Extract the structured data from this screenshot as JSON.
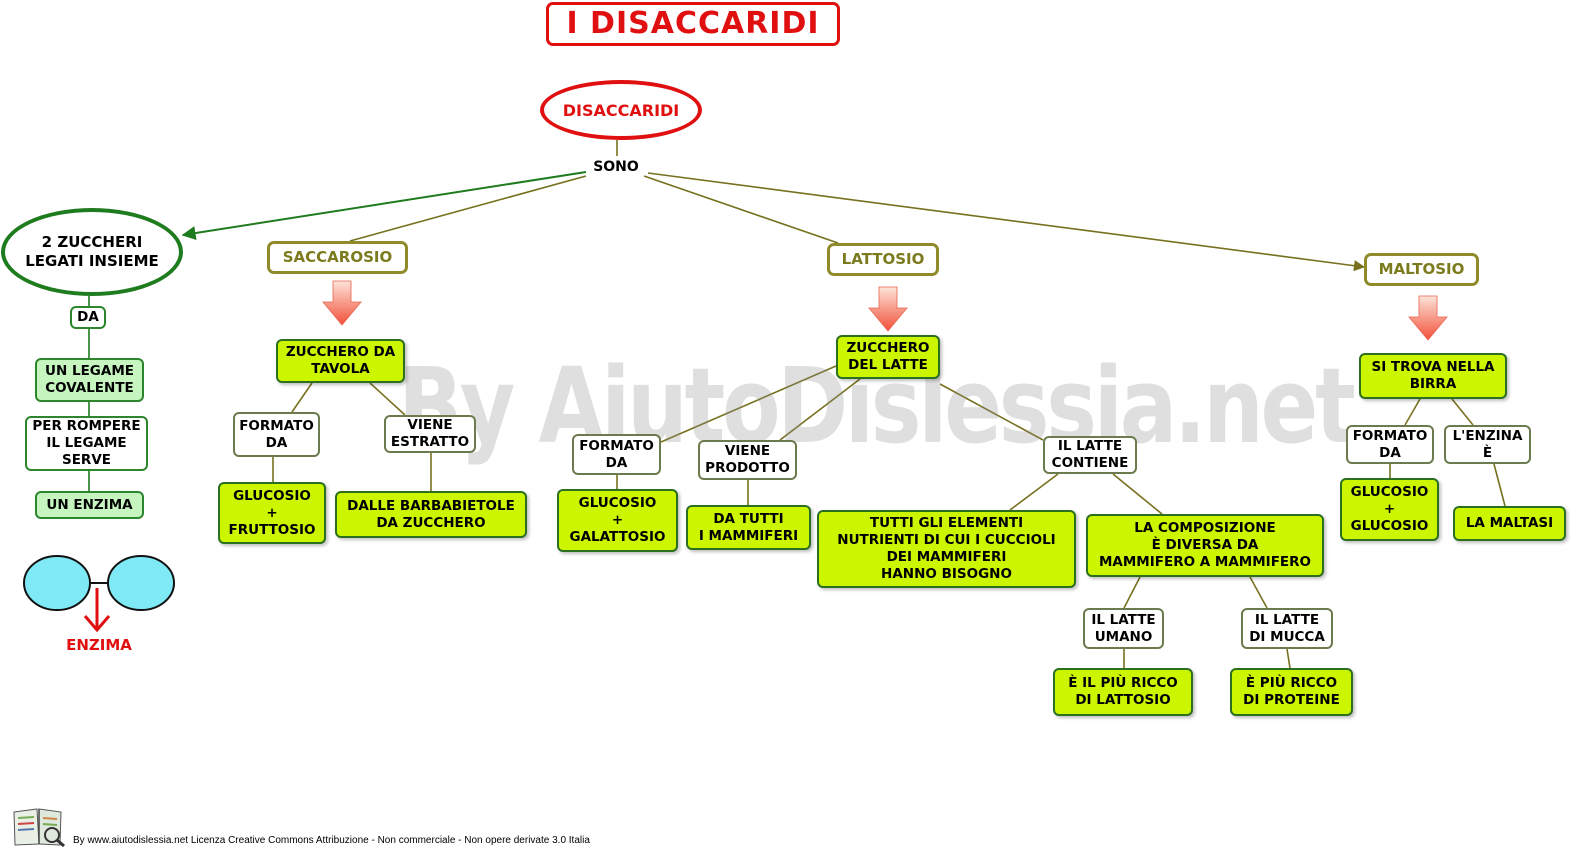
{
  "title": "I DISACCARIDI",
  "watermark": "By AiutoDislessia.net",
  "footer": "By www.aiutodislessia.net Licenza Creative Commons Attribuzione - Non commerciale - Non opere derivate 3.0 Italia",
  "colors": {
    "red": "#e01010",
    "dark_green": "#1e7b1e",
    "olive": "#8f8b2a",
    "lime": "#ccf500",
    "light_green": "#c6f5c0",
    "link_olive": "#77711f"
  },
  "enzyme_illustration": {
    "label": "ENZIMA",
    "icon": "bond-break-icon"
  },
  "nodes": [
    {
      "id": "disaccaridi",
      "text": "DISACCARIDI",
      "type": "ellipse-red"
    },
    {
      "id": "sono",
      "text": "SONO",
      "type": "label"
    },
    {
      "id": "due-zuccheri",
      "text": "2 ZUCCHERI\nLEGATI INSIEME",
      "type": "ellipse-green"
    },
    {
      "id": "da-1",
      "text": "DA",
      "type": "green-white"
    },
    {
      "id": "legame-covalente",
      "text": "UN LEGAME\nCOVALENTE",
      "type": "green"
    },
    {
      "id": "per-rompere",
      "text": "PER ROMPERE\nIL LEGAME\nSERVE",
      "type": "green-white"
    },
    {
      "id": "un-enzima",
      "text": "UN ENZIMA",
      "type": "green"
    },
    {
      "id": "saccarosio",
      "text": "SACCAROSIO",
      "type": "olive"
    },
    {
      "id": "zucchero-tavola",
      "text": "ZUCCHERO DA\nTAVOLA",
      "type": "lime"
    },
    {
      "id": "formato-da-1",
      "text": "FORMATO\nDA",
      "type": "white"
    },
    {
      "id": "viene-estratto",
      "text": "VIENE\nESTRATTO",
      "type": "white"
    },
    {
      "id": "glucosio-fruttosio",
      "text": "GLUCOSIO\n+\nFRUTTOSIO",
      "type": "lime"
    },
    {
      "id": "barbabietole",
      "text": "DALLE BARBABIETOLE\nDA ZUCCHERO",
      "type": "lime"
    },
    {
      "id": "lattosio",
      "text": "LATTOSIO",
      "type": "olive"
    },
    {
      "id": "zucchero-latte",
      "text": "ZUCCHERO\nDEL LATTE",
      "type": "lime"
    },
    {
      "id": "formato-da-2",
      "text": "FORMATO\nDA",
      "type": "white"
    },
    {
      "id": "viene-prodotto",
      "text": "VIENE\nPRODOTTO",
      "type": "white"
    },
    {
      "id": "latte-contiene",
      "text": "IL LATTE\nCONTIENE",
      "type": "white"
    },
    {
      "id": "glucosio-galattosio",
      "text": "GLUCOSIO\n+\nGALATTOSIO",
      "type": "lime"
    },
    {
      "id": "tutti-mammiferi",
      "text": "DA TUTTI\nI MAMMIFERI",
      "type": "lime"
    },
    {
      "id": "elementi-nutrienti",
      "text": "TUTTI GLI ELEMENTI\nNUTRIENTI DI CUI I CUCCIOLI\nDEI MAMMIFERI\nHANNO BISOGNO",
      "type": "lime"
    },
    {
      "id": "composizione",
      "text": "LA COMPOSIZIONE\nÈ DIVERSA DA\nMAMMIFERO A MAMMIFERO",
      "type": "lime"
    },
    {
      "id": "latte-umano",
      "text": "IL LATTE\nUMANO",
      "type": "white"
    },
    {
      "id": "latte-mucca",
      "text": "IL LATTE\nDI MUCCA",
      "type": "white"
    },
    {
      "id": "ricco-lattosio",
      "text": "È IL PIÙ RICCO\nDI LATTOSIO",
      "type": "lime"
    },
    {
      "id": "ricco-proteine",
      "text": "È PIÙ RICCO\nDI PROTEINE",
      "type": "lime"
    },
    {
      "id": "maltosio",
      "text": "MALTOSIO",
      "type": "olive"
    },
    {
      "id": "birra",
      "text": "SI TROVA NELLA\nBIRRA",
      "type": "lime"
    },
    {
      "id": "formato-da-3",
      "text": "FORMATO\nDA",
      "type": "white"
    },
    {
      "id": "enzina-e",
      "text": "L'ENZINA\nÈ",
      "type": "white"
    },
    {
      "id": "glucosio-glucosio",
      "text": "GLUCOSIO\n+\nGLUCOSIO",
      "type": "lime"
    },
    {
      "id": "maltasi",
      "text": "LA MALTASI",
      "type": "lime"
    }
  ],
  "links": [
    {
      "from": "disaccaridi",
      "to": "sono"
    },
    {
      "from": "sono",
      "to": "due-zuccheri",
      "arrow": true,
      "color": "green"
    },
    {
      "from": "sono",
      "to": "saccarosio"
    },
    {
      "from": "sono",
      "to": "lattosio"
    },
    {
      "from": "sono",
      "to": "maltosio",
      "arrow": true
    },
    {
      "from": "due-zuccheri",
      "to": "da-1",
      "color": "green"
    },
    {
      "from": "da-1",
      "to": "legame-covalente",
      "color": "green"
    },
    {
      "from": "legame-covalente",
      "to": "per-rompere",
      "color": "green"
    },
    {
      "from": "per-rompere",
      "to": "un-enzima",
      "color": "green"
    },
    {
      "from": "zucchero-tavola",
      "to": "formato-da-1"
    },
    {
      "from": "zucchero-tavola",
      "to": "viene-estratto"
    },
    {
      "from": "formato-da-1",
      "to": "glucosio-fruttosio"
    },
    {
      "from": "viene-estratto",
      "to": "barbabietole"
    },
    {
      "from": "zucchero-latte",
      "to": "formato-da-2"
    },
    {
      "from": "zucchero-latte",
      "to": "viene-prodotto"
    },
    {
      "from": "zucchero-latte",
      "to": "latte-contiene"
    },
    {
      "from": "formato-da-2",
      "to": "glucosio-galattosio"
    },
    {
      "from": "viene-prodotto",
      "to": "tutti-mammiferi"
    },
    {
      "from": "latte-contiene",
      "to": "elementi-nutrienti"
    },
    {
      "from": "latte-contiene",
      "to": "composizione"
    },
    {
      "from": "composizione",
      "to": "latte-umano"
    },
    {
      "from": "composizione",
      "to": "latte-mucca"
    },
    {
      "from": "latte-umano",
      "to": "ricco-lattosio"
    },
    {
      "from": "latte-mucca",
      "to": "ricco-proteine"
    },
    {
      "from": "birra",
      "to": "formato-da-3"
    },
    {
      "from": "birra",
      "to": "enzina-e"
    },
    {
      "from": "formato-da-3",
      "to": "glucosio-glucosio"
    },
    {
      "from": "enzina-e",
      "to": "maltasi"
    }
  ],
  "pointers": [
    {
      "from": "saccarosio",
      "to": "zucchero-tavola"
    },
    {
      "from": "lattosio",
      "to": "zucchero-latte"
    },
    {
      "from": "maltosio",
      "to": "birra"
    }
  ]
}
